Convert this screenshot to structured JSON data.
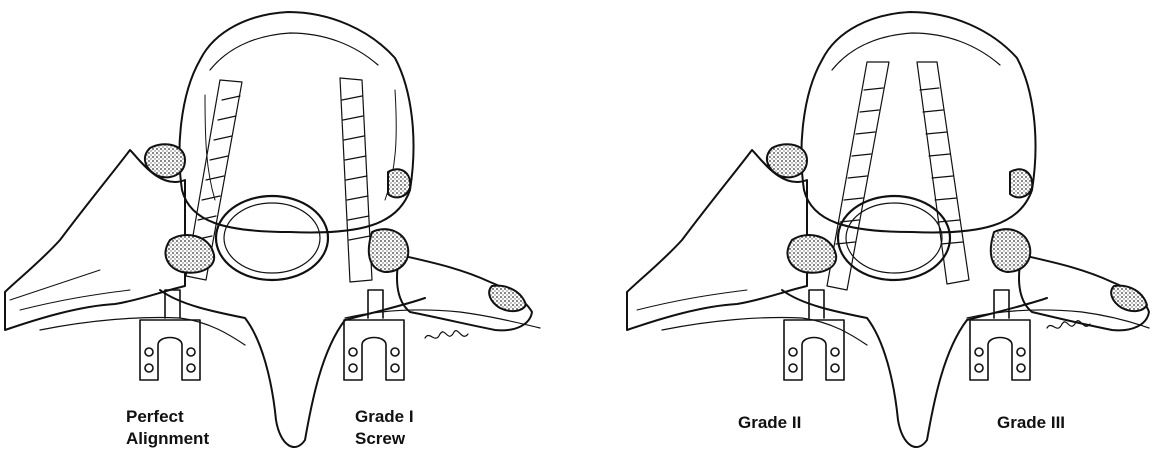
{
  "panels": [
    {
      "id": "left",
      "labels": {
        "left": [
          "Perfect",
          "Alignment"
        ],
        "right": [
          "Grade I",
          "Screw"
        ]
      }
    },
    {
      "id": "right",
      "labels": {
        "left": [
          "Grade II"
        ],
        "right": [
          "Grade III"
        ]
      }
    }
  ],
  "colors": {
    "ink": "#111111",
    "bone_stipple": "#555555",
    "background": "#ffffff"
  }
}
